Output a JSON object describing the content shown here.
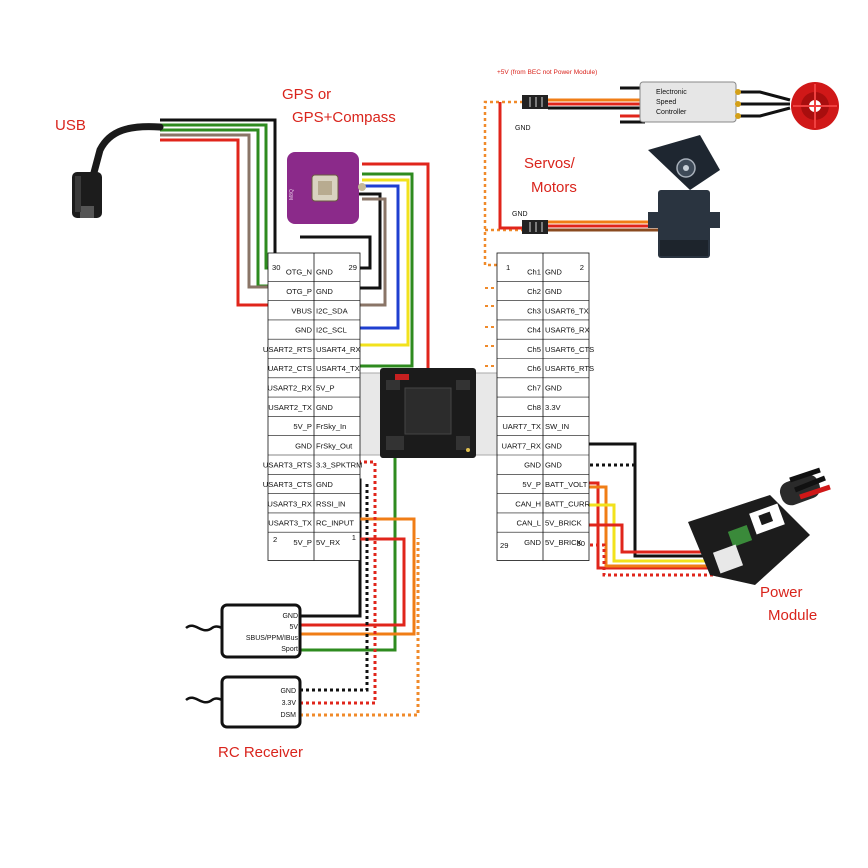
{
  "labels": {
    "usb": "USB",
    "gps_line1": "GPS or",
    "gps_line2": "GPS+Compass",
    "servos_line1": "Servos/",
    "servos_line2": "Motors",
    "power_module_line1": "Power",
    "power_module_line2": "Module",
    "rc_receiver": "RC Receiver",
    "bec_note": "+5V (from BEC not Power Module)",
    "esc_line1": "Electronic",
    "esc_line2": "Speed",
    "esc_line3": "Controller",
    "gnd_top": "GND",
    "gnd_bottom": "GND"
  },
  "left_header": {
    "first_pin": "30",
    "last_pin_top": "29",
    "bottom_left_pin": "2",
    "bottom_right_pin": "1",
    "rows": [
      {
        "left": "OTG_N",
        "right": "GND"
      },
      {
        "left": "OTG_P",
        "right": "GND"
      },
      {
        "left": "VBUS",
        "right": "I2C_SDA"
      },
      {
        "left": "GND",
        "right": "I2C_SCL"
      },
      {
        "left": "USART2_RTS",
        "right": "USART4_RX"
      },
      {
        "left": "UART2_CTS",
        "right": "USART4_TX"
      },
      {
        "left": "USART2_RX",
        "right": "5V_P"
      },
      {
        "left": "USART2_TX",
        "right": "GND"
      },
      {
        "left": "5V_P",
        "right": "FrSky_In"
      },
      {
        "left": "GND",
        "right": "FrSky_Out"
      },
      {
        "left": "USART3_RTS",
        "right": "3.3_SPKTRM"
      },
      {
        "left": "USART3_CTS",
        "right": "GND"
      },
      {
        "left": "USART3_RX",
        "right": "RSSI_IN"
      },
      {
        "left": "USART3_TX",
        "right": "RC_INPUT"
      },
      {
        "left": "5V_P",
        "right": "5V_RX"
      }
    ]
  },
  "right_header": {
    "first_pin": "1",
    "second_pin": "2",
    "bottom_left_pin": "29",
    "bottom_right_pin": "30",
    "rows": [
      {
        "left": "Ch1",
        "right": "GND"
      },
      {
        "left": "Ch2",
        "right": "GND"
      },
      {
        "left": "Ch3",
        "right": "USART6_TX"
      },
      {
        "left": "Ch4",
        "right": "USART6_RX"
      },
      {
        "left": "Ch5",
        "right": "USART6_CTS"
      },
      {
        "left": "Ch6",
        "right": "USART6_RTS"
      },
      {
        "left": "Ch7",
        "right": "GND"
      },
      {
        "left": "Ch8",
        "right": "3.3V"
      },
      {
        "left": "UART7_TX",
        "right": "SW_IN"
      },
      {
        "left": "UART7_RX",
        "right": "GND"
      },
      {
        "left": "GND",
        "right": "GND"
      },
      {
        "left": "5V_P",
        "right": "BATT_VOLT"
      },
      {
        "left": "CAN_H",
        "right": "BATT_CURR"
      },
      {
        "left": "CAN_L",
        "right": "5V_BRICK"
      },
      {
        "left": "GND",
        "right": "5V_BRICK"
      }
    ]
  },
  "receiver_sbus": {
    "pins": [
      "GND",
      "5V",
      "SBUS/PPM/IBus",
      "Sport"
    ]
  },
  "receiver_dsm": {
    "pins": [
      "GND",
      "3.3V",
      "DSM"
    ]
  },
  "colors": {
    "label_red": "#d9241c",
    "wire_red": "#e0251b",
    "wire_black": "#111111",
    "wire_green": "#2e8b1f",
    "wire_brown": "#8a7567",
    "wire_blue": "#1f3fd0",
    "wire_yellow": "#f2e21c",
    "wire_orange": "#f07d16",
    "wire_dotted_orange": "#f08a2a",
    "gps_board": "#8b2a8a"
  }
}
